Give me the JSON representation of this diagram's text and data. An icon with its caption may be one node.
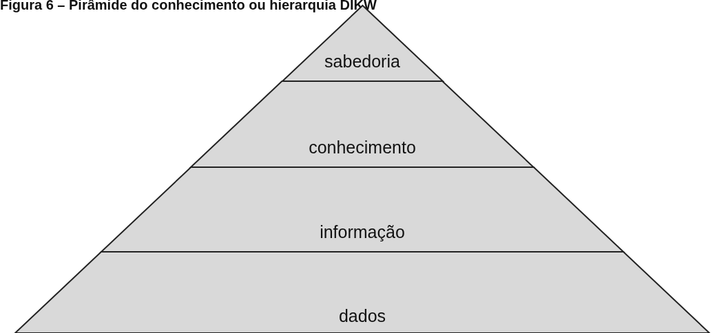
{
  "diagram": {
    "title": "Figura 6 – Pirâmide do conhecimento ou hierarquia DIKW",
    "nodes": [
      {
        "text": [
          "sabedoria"
        ]
      },
      {
        "text": [
          "conhecimento"
        ]
      },
      {
        "text": [
          "informação"
        ]
      },
      {
        "text": [
          "dados"
        ]
      }
    ]
  }
}
